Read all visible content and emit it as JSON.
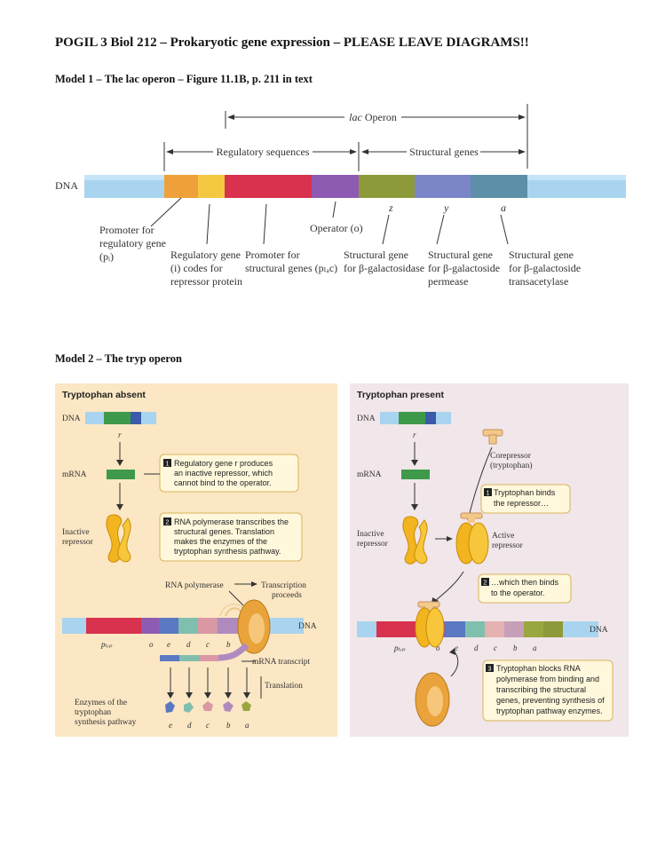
{
  "document": {
    "title": "POGIL 3 Biol 212 – Prokaryotic gene expression – PLEASE LEAVE DIAGRAMS!!",
    "model1_heading": "Model 1 – The lac operon – Figure 11.1B, p. 211 in text",
    "model2_heading": "Model 2 – The tryp operon"
  },
  "lac_diagram": {
    "operon_label_italic": "lac",
    "operon_label": " Operon",
    "regulatory_sequences": "Regulatory sequences",
    "structural_genes": "Structural genes",
    "dna_label": "DNA",
    "gene_z": "z",
    "gene_y": "y",
    "gene_a": "a",
    "colors": {
      "dna": "#a9d4ef",
      "promoter_reg": "#f0a03a",
      "reg_gene": "#f5c842",
      "promoter_struct": "#d8324e",
      "operator": "#8e5bb3",
      "gene_z": "#8e9a3a",
      "gene_y": "#7b86c8",
      "gene_a": "#5d8fa8"
    },
    "labels": {
      "promoter_reg_l1": "Promoter for",
      "promoter_reg_l2": "regulatory gene",
      "promoter_reg_l3": "(pᵢ)",
      "reg_gene_l1": "Regulatory gene",
      "reg_gene_l2": "(i) codes for",
      "reg_gene_l3": "repressor protein",
      "promoter_struct_l1": "Promoter for",
      "promoter_struct_l2": "structural genes (pₗₐc)",
      "operator_l1": "Operator (o)",
      "z_l1": "Structural gene",
      "z_l2": "for β-galactosidase",
      "y_l1": "Structural gene",
      "y_l2": "for β-galactoside",
      "y_l3": "permease",
      "a_l1": "Structural gene",
      "a_l2": "for β-galactoside",
      "a_l3": "transacetylase"
    }
  },
  "tryp_absent": {
    "title": "Tryptophan absent",
    "dna": "DNA",
    "r": "r",
    "mrna": "mRNA",
    "inactive_repressor_l1": "Inactive",
    "inactive_repressor_l2": "repressor",
    "callout1_num": "1",
    "callout1_l1": "Regulatory gene r produces",
    "callout1_l2": "an inactive repressor, which",
    "callout1_l3": "cannot bind to the operator.",
    "callout2_num": "2",
    "callout2_l1": "RNA polymerase transcribes the",
    "callout2_l2": "structural genes. Translation",
    "callout2_l3": "makes the enzymes of the",
    "callout2_l4": "tryptophan synthesis pathway.",
    "rna_polymerase": "RNA polymerase",
    "transcription_l1": "Transcription",
    "transcription_l2": "proceeds",
    "dna_right": "DNA",
    "p_trp": "pₜᵣₚ",
    "genes": [
      "o",
      "e",
      "d",
      "c",
      "b"
    ],
    "mrna_transcript": "mRNA transcript",
    "translation": "Translation",
    "enzymes_l1": "Enzymes of the",
    "enzymes_l2": "tryptophan",
    "enzymes_l3": "synthesis pathway",
    "enzyme_letters": [
      "e",
      "d",
      "c",
      "b",
      "a"
    ]
  },
  "tryp_present": {
    "title": "Tryptophan present",
    "dna": "DNA",
    "r": "r",
    "mrna": "mRNA",
    "corepressor_l1": "Corepressor",
    "corepressor_l2": "(tryptophan)",
    "callout1_num": "1",
    "callout1_l1": "Tryptophan binds",
    "callout1_l2": "the repressor…",
    "inactive_repressor_l1": "Inactive",
    "inactive_repressor_l2": "repressor",
    "active_repressor_l1": "Active",
    "active_repressor_l2": "repressor",
    "callout2_num": "2",
    "callout2_l1": "…which then binds",
    "callout2_l2": "to the operator.",
    "dna_right": "DNA",
    "p_trp": "pₜᵣₚ",
    "genes": [
      "o",
      "e",
      "d",
      "c",
      "b",
      "a"
    ],
    "callout3_num": "3",
    "callout3_l1": "Tryptophan blocks RNA",
    "callout3_l2": "polymerase from binding and",
    "callout3_l3": "transcribing the structural",
    "callout3_l4": "genes, preventing synthesis of",
    "callout3_l5": "tryptophan pathway enzymes."
  }
}
